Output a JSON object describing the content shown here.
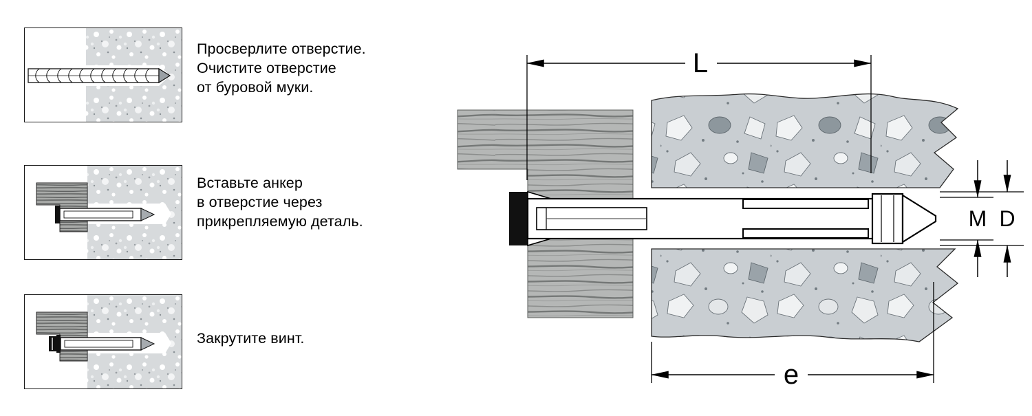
{
  "steps": [
    {
      "lines": [
        "Просверлите отверстие.",
        "Очистите отверстие",
        "от буровой муки."
      ]
    },
    {
      "lines": [
        "Вставьте анкер",
        "в отверстие через",
        "прикрепляемую деталь."
      ]
    },
    {
      "lines": [
        "Закрутите винт."
      ]
    }
  ],
  "icons": {
    "step1": "drill-bit-in-hole",
    "step2": "anchor-inserted-through-part",
    "step3": "screw-tightened"
  },
  "diagram": {
    "labels": {
      "length": "L",
      "embedment": "e",
      "thread": "M",
      "diameter": "D"
    }
  },
  "colors": {
    "line": "#000000",
    "concrete_base": "#cdd2d5",
    "wood_base": "#b5b7b6",
    "metal_gray": "#a6abaf",
    "flange_black": "#111111"
  }
}
